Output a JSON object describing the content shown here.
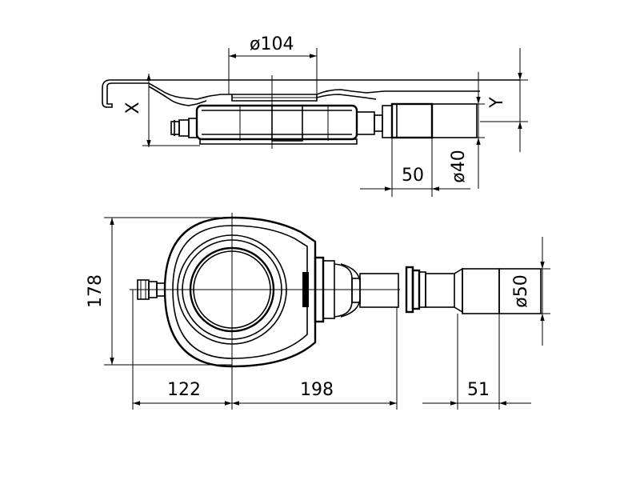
{
  "dimensions": {
    "d104": "ø104",
    "x": "X",
    "y": "Y",
    "d40": "ø40",
    "d50": "ø50",
    "w50": "50",
    "h178": "178",
    "w122": "122",
    "w198": "198",
    "w51": "51"
  },
  "colors": {
    "line": "#000000",
    "background": "#ffffff"
  }
}
